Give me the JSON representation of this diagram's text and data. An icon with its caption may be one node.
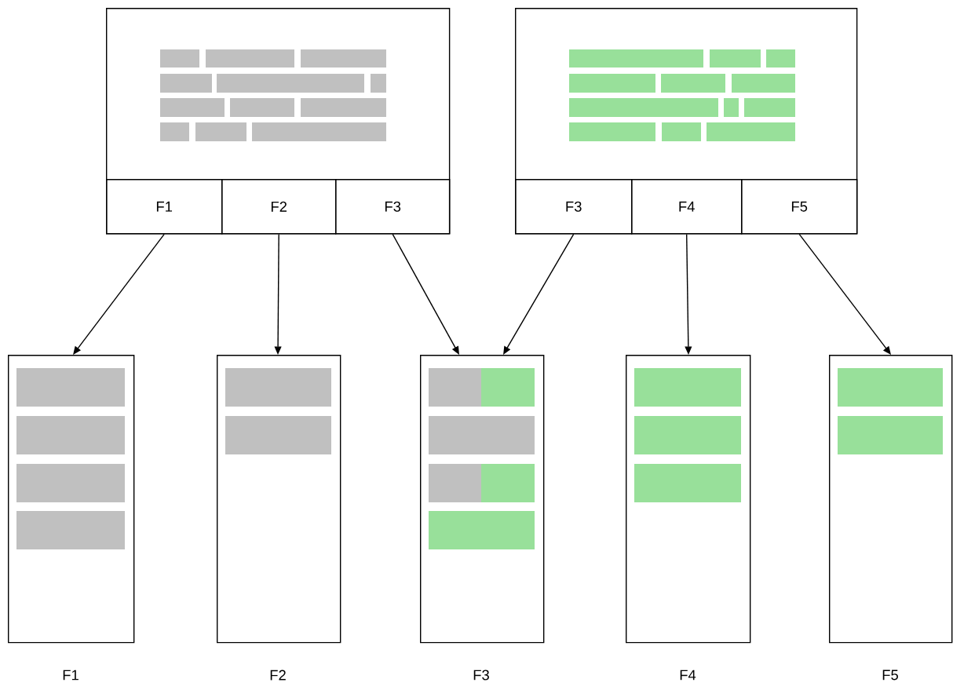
{
  "diagram": {
    "nodes": [
      {
        "text": [],
        "shape": "box"
      },
      {
        "text": [
          "F1"
        ],
        "in": 0
      },
      {
        "text": [
          "F2"
        ],
        "in": 0
      },
      {
        "text": [
          "F3"
        ],
        "in": 0
      },
      {
        "text": [],
        "shape": "box"
      },
      {
        "text": [
          "F3"
        ],
        "in": 4
      },
      {
        "text": [
          "F4"
        ],
        "in": 4
      },
      {
        "text": [
          "F5"
        ],
        "in": 4
      },
      {
        "text": [],
        "shape": "box",
        "beside": [
          "F1"
        ]
      },
      {
        "text": [],
        "shape": "box",
        "beside": [
          "F2"
        ]
      },
      {
        "text": [],
        "shape": "box",
        "beside": [
          "F3"
        ]
      },
      {
        "text": [],
        "shape": "box",
        "beside": [
          "F4"
        ]
      },
      {
        "text": [],
        "shape": "box",
        "beside": [
          "F5"
        ]
      }
    ],
    "edges": [
      {
        "from": 1,
        "to": 8,
        "arrow": "to"
      },
      {
        "from": 2,
        "to": 9,
        "arrow": "to"
      },
      {
        "from": 3,
        "to": 10,
        "arrow": "to"
      },
      {
        "from": 5,
        "to": 10,
        "arrow": "to"
      },
      {
        "from": 6,
        "to": 11,
        "arrow": "to"
      },
      {
        "from": 7,
        "to": 12,
        "arrow": "to"
      }
    ]
  }
}
